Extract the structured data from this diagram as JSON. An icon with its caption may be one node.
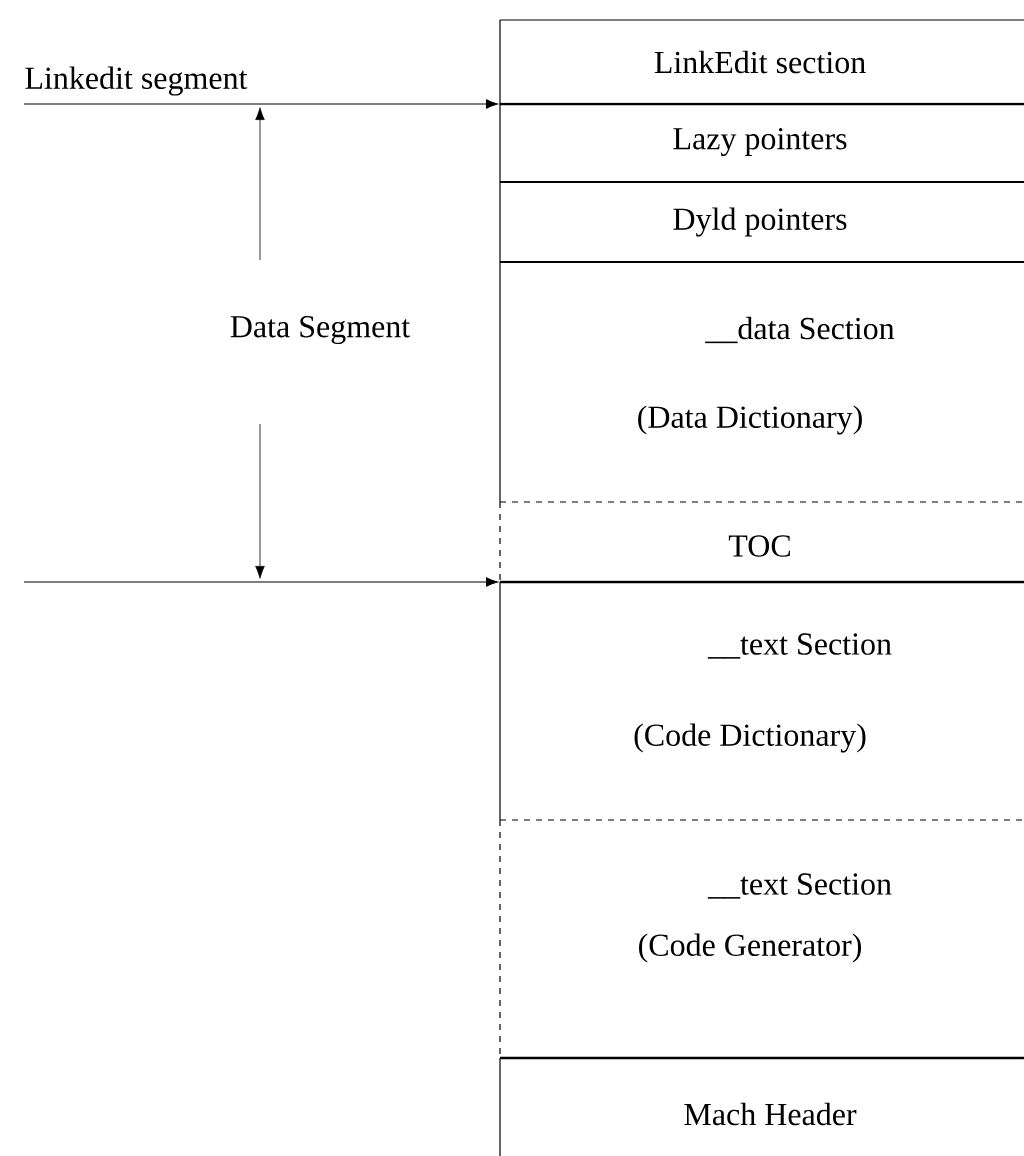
{
  "diagram": {
    "nodes": [
      {
        "text": [
          "LinkEdit section"
        ]
      },
      {
        "text": [
          "Lazy pointers"
        ]
      },
      {
        "text": [
          "Dyld pointers"
        ]
      },
      {
        "text": [
          "__data Section",
          "(Data Dictionary)"
        ]
      },
      {
        "text": [
          "TOC"
        ]
      },
      {
        "text": [
          "__text Section",
          "(Code Dictionary)"
        ]
      },
      {
        "text": [
          "__text Section",
          "(Code Generator)"
        ]
      },
      {
        "text": [
          "Mach Header"
        ]
      }
    ],
    "edges": [
      {
        "from": null,
        "to": 1,
        "arrow": "to",
        "label": "Linkedit segment"
      },
      {
        "from": null,
        "to": 5,
        "arrow": "to"
      }
    ],
    "labels": [
      "Data Segment"
    ]
  }
}
